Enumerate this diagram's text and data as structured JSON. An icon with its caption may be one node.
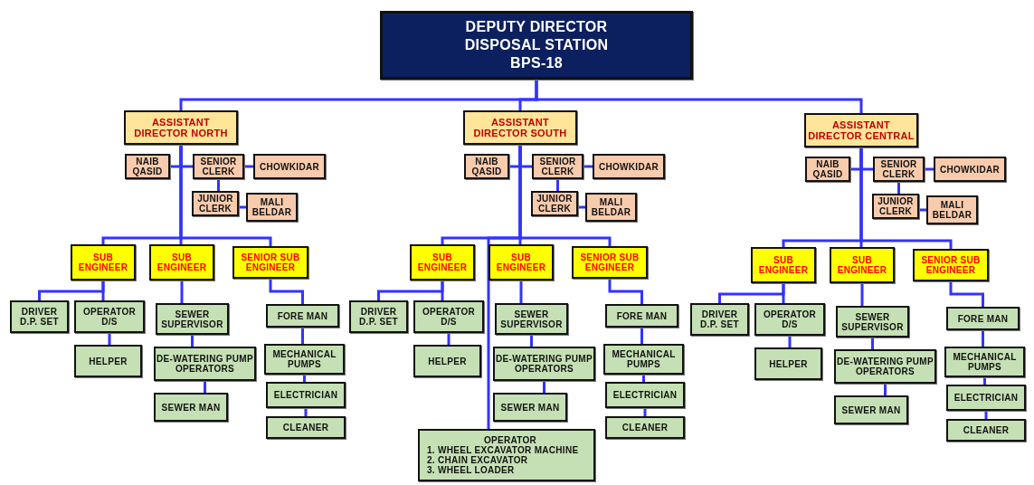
{
  "diagram": {
    "nodes": [
      {
        "text": [
          "DEPUTY DIRECTOR DISPOSAL STATION BPS-18"
        ]
      },
      {
        "text": [
          "ASSISTANT DIRECTOR NORTH"
        ]
      },
      {
        "text": [
          "NAIB QASID"
        ]
      },
      {
        "text": [
          "SENIOR CLERK"
        ]
      },
      {
        "text": [
          "CHOWKIDAR"
        ]
      },
      {
        "text": [
          "JUNIOR CLERK"
        ]
      },
      {
        "text": [
          "MALI BELDAR"
        ]
      },
      {
        "text": [
          "SUB ENGINEER"
        ]
      },
      {
        "text": [
          "SUB ENGINEER"
        ]
      },
      {
        "text": [
          "SENIOR SUB ENGINEER"
        ]
      },
      {
        "text": [
          "DRIVER D.P. SET"
        ]
      },
      {
        "text": [
          "OPERATOR D/S"
        ]
      },
      {
        "text": [
          "HELPER"
        ]
      },
      {
        "text": [
          "SEWER SUPERVISOR"
        ]
      },
      {
        "text": [
          "DE-WATERING PUMP OPERATORS"
        ]
      },
      {
        "text": [
          "SEWER MAN"
        ]
      },
      {
        "text": [
          "FORE MAN"
        ]
      },
      {
        "text": [
          "MECHANICAL PUMPS"
        ]
      },
      {
        "text": [
          "ELECTRICIAN"
        ]
      },
      {
        "text": [
          "CLEANER"
        ]
      },
      {
        "text": [
          "ASSISTANT DIRECTOR SOUTH"
        ]
      },
      {
        "text": [
          "NAIB QASID"
        ]
      },
      {
        "text": [
          "SENIOR CLERK"
        ]
      },
      {
        "text": [
          "CHOWKIDAR"
        ]
      },
      {
        "text": [
          "JUNIOR CLERK"
        ]
      },
      {
        "text": [
          "MALI BELDAR"
        ]
      },
      {
        "text": [
          "SUB ENGINEER"
        ]
      },
      {
        "text": [
          "SUB ENGINEER"
        ]
      },
      {
        "text": [
          "SENIOR SUB ENGINEER"
        ]
      },
      {
        "text": [
          "DRIVER D.P. SET"
        ]
      },
      {
        "text": [
          "OPERATOR D/S"
        ]
      },
      {
        "text": [
          "HELPER"
        ]
      },
      {
        "text": [
          "SEWER SUPERVISOR"
        ]
      },
      {
        "text": [
          "DE-WATERING PUMP OPERATORS"
        ]
      },
      {
        "text": [
          "SEWER MAN"
        ]
      },
      {
        "text": [
          "FORE MAN"
        ]
      },
      {
        "text": [
          "MECHANICAL PUMPS"
        ]
      },
      {
        "text": [
          "ELECTRICIAN"
        ]
      },
      {
        "text": [
          "CLEANER"
        ]
      },
      {
        "text": [
          "OPERATOR",
          "1. WHEEL EXCAVATOR MACHINE",
          "2. CHAIN EXCAVATOR",
          "3. WHEEL LOADER"
        ]
      },
      {
        "text": [
          "ASSISTANT DIRECTOR CENTRAL"
        ]
      },
      {
        "text": [
          "NAIB QASID"
        ]
      },
      {
        "text": [
          "SENIOR CLERK"
        ]
      },
      {
        "text": [
          "CHOWKIDAR"
        ]
      },
      {
        "text": [
          "JUNIOR CLERK"
        ]
      },
      {
        "text": [
          "MALI BELDAR"
        ]
      },
      {
        "text": [
          "SUB ENGINEER"
        ]
      },
      {
        "text": [
          "SUB ENGINEER"
        ]
      },
      {
        "text": [
          "SENIOR SUB ENGINEER"
        ]
      },
      {
        "text": [
          "DRIVER D.P. SET"
        ]
      },
      {
        "text": [
          "OPERATOR D/S"
        ]
      },
      {
        "text": [
          "HELPER"
        ]
      },
      {
        "text": [
          "SEWER SUPERVISOR"
        ]
      },
      {
        "text": [
          "DE-WATERING PUMP OPERATORS"
        ]
      },
      {
        "text": [
          "SEWER MAN"
        ]
      },
      {
        "text": [
          "FORE MAN"
        ]
      },
      {
        "text": [
          "MECHANICAL PUMPS"
        ]
      },
      {
        "text": [
          "ELECTRICIAN"
        ]
      },
      {
        "text": [
          "CLEANER"
        ]
      }
    ],
    "edges": [
      {
        "from": 0,
        "to": 1,
        "arrow": "none"
      },
      {
        "from": 1,
        "to": 2,
        "arrow": "none"
      },
      {
        "from": 1,
        "to": 3,
        "arrow": "none"
      },
      {
        "from": 3,
        "to": 4,
        "arrow": "none"
      },
      {
        "from": 3,
        "to": 5,
        "arrow": "none"
      },
      {
        "from": 5,
        "to": 6,
        "arrow": "none"
      },
      {
        "from": 1,
        "to": 7,
        "arrow": "none"
      },
      {
        "from": 1,
        "to": 8,
        "arrow": "none"
      },
      {
        "from": 1,
        "to": 9,
        "arrow": "none"
      },
      {
        "from": 7,
        "to": 10,
        "arrow": "none"
      },
      {
        "from": 7,
        "to": 11,
        "arrow": "none"
      },
      {
        "from": 11,
        "to": 12,
        "arrow": "none"
      },
      {
        "from": 8,
        "to": 13,
        "arrow": "none"
      },
      {
        "from": 13,
        "to": 14,
        "arrow": "none"
      },
      {
        "from": 14,
        "to": 15,
        "arrow": "none"
      },
      {
        "from": 9,
        "to": 16,
        "arrow": "none"
      },
      {
        "from": 16,
        "to": 17,
        "arrow": "none"
      },
      {
        "from": 17,
        "to": 18,
        "arrow": "none"
      },
      {
        "from": 18,
        "to": 19,
        "arrow": "none"
      },
      {
        "from": 0,
        "to": 20,
        "arrow": "none"
      },
      {
        "from": 20,
        "to": 21,
        "arrow": "none"
      },
      {
        "from": 20,
        "to": 22,
        "arrow": "none"
      },
      {
        "from": 22,
        "to": 23,
        "arrow": "none"
      },
      {
        "from": 22,
        "to": 24,
        "arrow": "none"
      },
      {
        "from": 24,
        "to": 25,
        "arrow": "none"
      },
      {
        "from": 20,
        "to": 26,
        "arrow": "none"
      },
      {
        "from": 20,
        "to": 27,
        "arrow": "none"
      },
      {
        "from": 20,
        "to": 28,
        "arrow": "none"
      },
      {
        "from": 26,
        "to": 29,
        "arrow": "none"
      },
      {
        "from": 26,
        "to": 30,
        "arrow": "none"
      },
      {
        "from": 30,
        "to": 31,
        "arrow": "none"
      },
      {
        "from": 27,
        "to": 32,
        "arrow": "none"
      },
      {
        "from": 32,
        "to": 33,
        "arrow": "none"
      },
      {
        "from": 33,
        "to": 34,
        "arrow": "none"
      },
      {
        "from": 28,
        "to": 35,
        "arrow": "none"
      },
      {
        "from": 35,
        "to": 36,
        "arrow": "none"
      },
      {
        "from": 36,
        "to": 37,
        "arrow": "none"
      },
      {
        "from": 37,
        "to": 38,
        "arrow": "none"
      },
      {
        "from": 20,
        "to": 39,
        "arrow": "none"
      },
      {
        "from": 0,
        "to": 40,
        "arrow": "none"
      },
      {
        "from": 40,
        "to": 41,
        "arrow": "none"
      },
      {
        "from": 40,
        "to": 42,
        "arrow": "none"
      },
      {
        "from": 42,
        "to": 43,
        "arrow": "none"
      },
      {
        "from": 42,
        "to": 44,
        "arrow": "none"
      },
      {
        "from": 44,
        "to": 45,
        "arrow": "none"
      },
      {
        "from": 40,
        "to": 46,
        "arrow": "none"
      },
      {
        "from": 40,
        "to": 47,
        "arrow": "none"
      },
      {
        "from": 40,
        "to": 48,
        "arrow": "none"
      },
      {
        "from": 46,
        "to": 49,
        "arrow": "none"
      },
      {
        "from": 46,
        "to": 50,
        "arrow": "none"
      },
      {
        "from": 50,
        "to": 51,
        "arrow": "none"
      },
      {
        "from": 47,
        "to": 52,
        "arrow": "none"
      },
      {
        "from": 52,
        "to": 53,
        "arrow": "none"
      },
      {
        "from": 53,
        "to": 54,
        "arrow": "none"
      },
      {
        "from": 48,
        "to": 55,
        "arrow": "none"
      },
      {
        "from": 55,
        "to": 56,
        "arrow": "none"
      },
      {
        "from": 56,
        "to": 57,
        "arrow": "none"
      },
      {
        "from": 57,
        "to": 58,
        "arrow": "none"
      }
    ]
  }
}
